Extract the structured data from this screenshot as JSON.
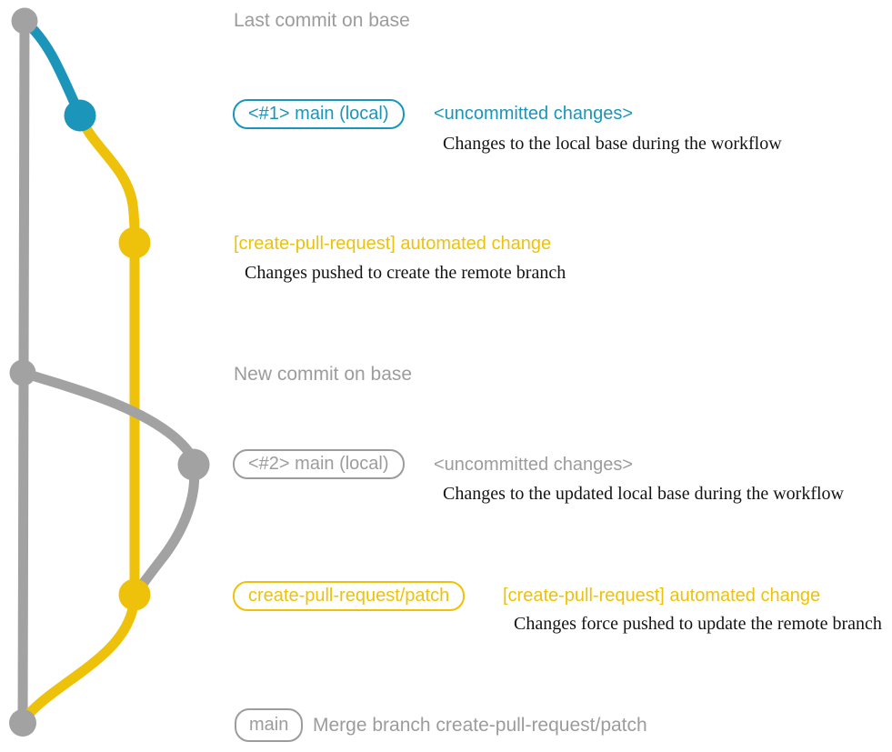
{
  "colors": {
    "background": "#ffffff",
    "gray": "#a2a2a2",
    "textgray": "#9c9c9c",
    "blue": "#1b95b9",
    "yellow": "#eec20a",
    "black": "#141414"
  },
  "base_branch": {
    "last_commit_label": "Last commit on base",
    "new_commit_label": "New commit on base"
  },
  "commit1": {
    "branch_badge": "<#1> main (local)",
    "heading": "<uncommitted changes>",
    "description": "Changes to the local base during the workflow"
  },
  "auto_commit1": {
    "heading": "[create-pull-request] automated change",
    "description": "Changes pushed to create the remote branch"
  },
  "commit2": {
    "branch_badge": "<#2> main (local)",
    "heading": "<uncommitted changes>",
    "description": "Changes to the updated local base during the workflow"
  },
  "auto_commit2": {
    "branch_badge": "create-pull-request/patch",
    "heading": "[create-pull-request] automated change",
    "description": "Changes force pushed to update the remote branch"
  },
  "merge_commit": {
    "branch_badge": "main",
    "message": "Merge branch create-pull-request/patch"
  }
}
